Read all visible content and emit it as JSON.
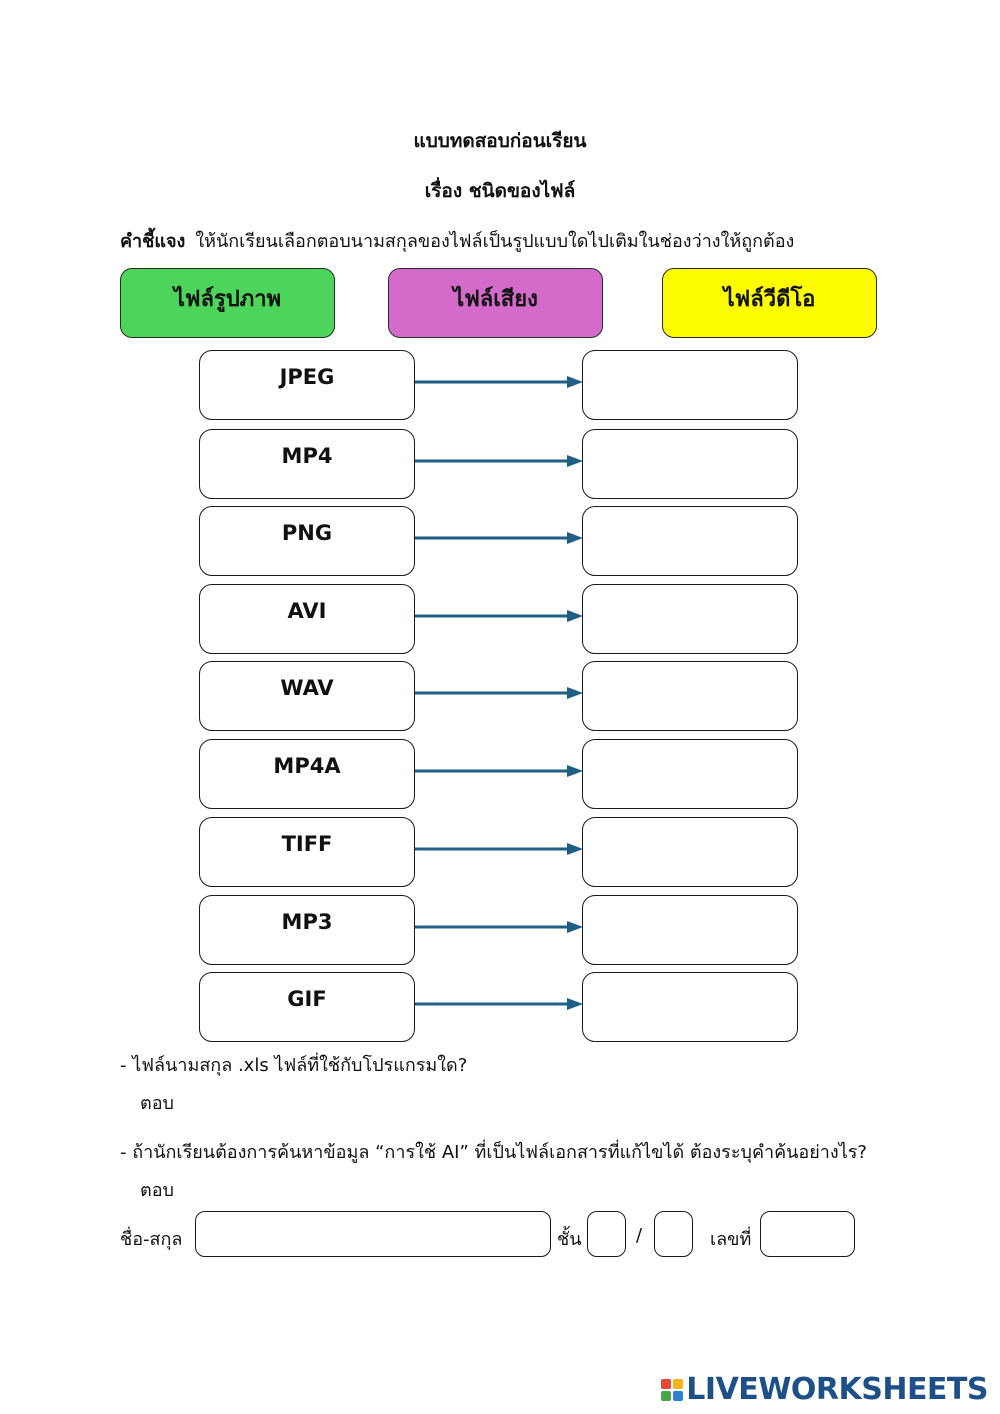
{
  "worksheet": {
    "title": "แบบทดสอบก่อนเรียน",
    "subtitle": "เรื่อง ชนิดของไฟล์",
    "instructions_label": "คำชี้แจง",
    "instructions_text": "ให้นักเรียนเลือกตอบนามสกุลของไฟล์เป็นรูปแบบใดไปเติมในช่องว่างให้ถูกต้อง"
  },
  "categories": [
    {
      "label": "ไฟล์รูปภาพ",
      "color": "#4cd55a"
    },
    {
      "label": "ไฟล์เสียง",
      "color": "#d46bcb"
    },
    {
      "label": "ไฟล์วีดีโอ",
      "color": "#fdfd00"
    }
  ],
  "extensions": [
    "JPEG",
    "MP4",
    "PNG",
    "AVI",
    "WAV",
    "MP4A",
    "TIFF",
    "MP3",
    "GIF"
  ],
  "arrow_color": "#1f5f86",
  "questions": [
    {
      "text": "- ไฟล์นามสกุล .xls ไฟล์ที่ใช้กับโปรแกรมใด?",
      "answer_label": "ตอบ"
    },
    {
      "text": "- ถ้านักเรียนต้องการค้นหาข้อมูล “การใช้ AI” ที่เป็นไฟล์เอกสารที่แก้ไขได้ ต้องระบุคำค้นอย่างไร?",
      "answer_label": "ตอบ"
    }
  ],
  "footer_form": {
    "name_label": "ชื่อ-สกุล",
    "grade_label": "ชั้น",
    "separator": "/",
    "number_label": "เลขที่"
  },
  "branding": {
    "logo_text": "LIVEWORKSHEETS",
    "logo_color": "#1d4f88"
  }
}
